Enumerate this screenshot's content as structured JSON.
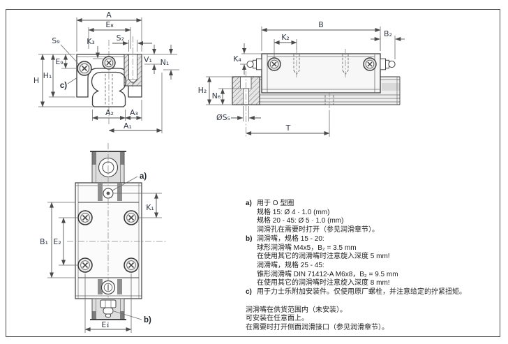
{
  "figures": {
    "crossSection": {
      "labels": {
        "A": "A",
        "E8": "E₈",
        "S2": "S₂",
        "K3": "K₃",
        "S9": "S₉",
        "E9": "E₉",
        "H": "H",
        "H1": "H₁",
        "c": "c)",
        "V1": "V₁",
        "N1": "N₁",
        "A2": "A₂",
        "A3": "A₃",
        "A1": "A₁"
      }
    },
    "sideView": {
      "labels": {
        "B": "B",
        "K2": "K₂",
        "B2": "B₂",
        "K4": "K₄",
        "H2": "H₂",
        "N6": "N₆",
        "S5": "ØS₅",
        "T": "T"
      }
    },
    "topView": {
      "labels": {
        "a": "a)",
        "K1": "K₁",
        "B1": "B₁",
        "E2": "E₂",
        "b": "b)",
        "E1": "E₁"
      }
    }
  },
  "notes": [
    {
      "marker": "a)",
      "lines": [
        "用于 O 型圈",
        "规格 15: Ø 4 · 1.0 (mm)",
        "规格 20 - 45: Ø 5 · 1.0 (mm)",
        "润滑孔在需要时打开（参见润滑章节）。"
      ]
    },
    {
      "marker": "b)",
      "lines": [
        "润滑嘴，规格 15 - 20:",
        "球形润滑嘴 M4x5，B₂ = 3.5 mm",
        "在使用其它的润滑嘴时注意旋入深度 5 mm!",
        "润滑嘴，规格 25 - 45:",
        "锥形润滑嘴 DIN 71412-A M6x8，B₂ = 9.5 mm",
        "在使用其它的润滑嘴时注意旋入深度 8 mm!"
      ]
    },
    {
      "marker": "c)",
      "lines": [
        "用于力士乐附加安装件。仅使用原厂螺栓，并注意给定的拧紧扭矩。"
      ]
    }
  ],
  "footnotes": [
    "润滑嘴在供货范围内（未安装）。",
    "可安装在任意面上。",
    "在需要时打开侧面润滑接口（参见润滑章节）。"
  ],
  "colors": {
    "line": "#3d3d3d",
    "fillLight": "#ececec",
    "fillGray": "#dedede"
  }
}
